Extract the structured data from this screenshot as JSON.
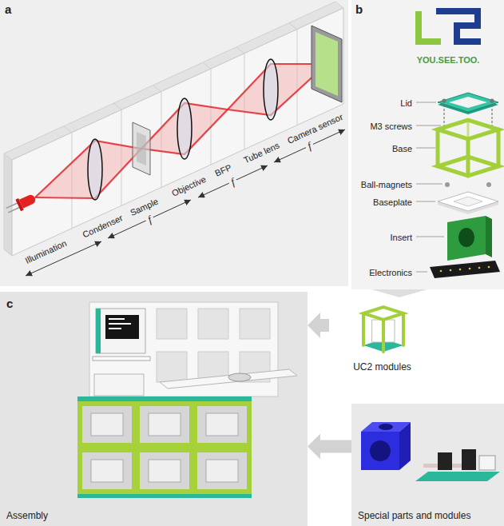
{
  "diagram": {
    "nodes": [
      {
        "text": [
          "UC2 modules"
        ]
      },
      {
        "text": [
          "Special parts and modules"
        ]
      },
      {
        "text": [
          "c",
          "Assembly"
        ]
      }
    ],
    "edges": [
      {
        "from": 0,
        "to": 2,
        "arrow": "to"
      },
      {
        "from": 1,
        "to": 2,
        "arrow": "to"
      }
    ],
    "labels": [
      "a",
      "Illumination",
      "Condenser",
      "Sample",
      "Objective",
      "BFP",
      "Tube lens",
      "Camera sensor",
      "f",
      "f",
      "f",
      "b",
      "YOU.SEE.TOO.",
      "Lid",
      "M3 screws",
      "Base",
      "Ball-magnets",
      "Baseplate",
      "Insert",
      "Electronics"
    ]
  }
}
